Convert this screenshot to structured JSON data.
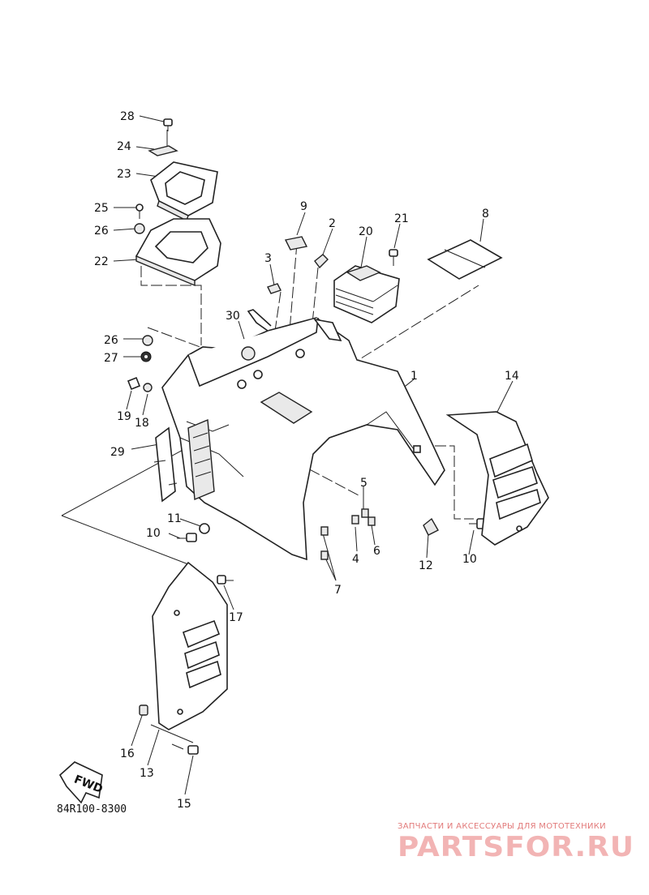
{
  "diagram": {
    "part_code": "84R100-8300",
    "fwd_label": "FWD",
    "callouts": {
      "c28": "28",
      "c24": "24",
      "c23": "23",
      "c25": "25",
      "c26a": "26",
      "c22": "22",
      "c9": "9",
      "c2": "2",
      "c21": "21",
      "c20": "20",
      "c8": "8",
      "c3": "3",
      "c30": "30",
      "c26b": "26",
      "c27": "27",
      "c1": "1",
      "c14": "14",
      "c19": "19",
      "c18": "18",
      "c29": "29",
      "c5": "5",
      "c4": "4",
      "c6": "6",
      "c11": "11",
      "c10a": "10",
      "c12": "12",
      "c10b": "10",
      "c7": "7",
      "c17": "17",
      "c16": "16",
      "c13": "13",
      "c15": "15"
    }
  },
  "watermark": {
    "tagline": "ЗАПЧАСТИ И АКСЕССУАРЫ ДЛЯ МОТОТЕХНИКИ",
    "brand": "PARTSFOR.RU",
    "color": "#e27a7a"
  }
}
